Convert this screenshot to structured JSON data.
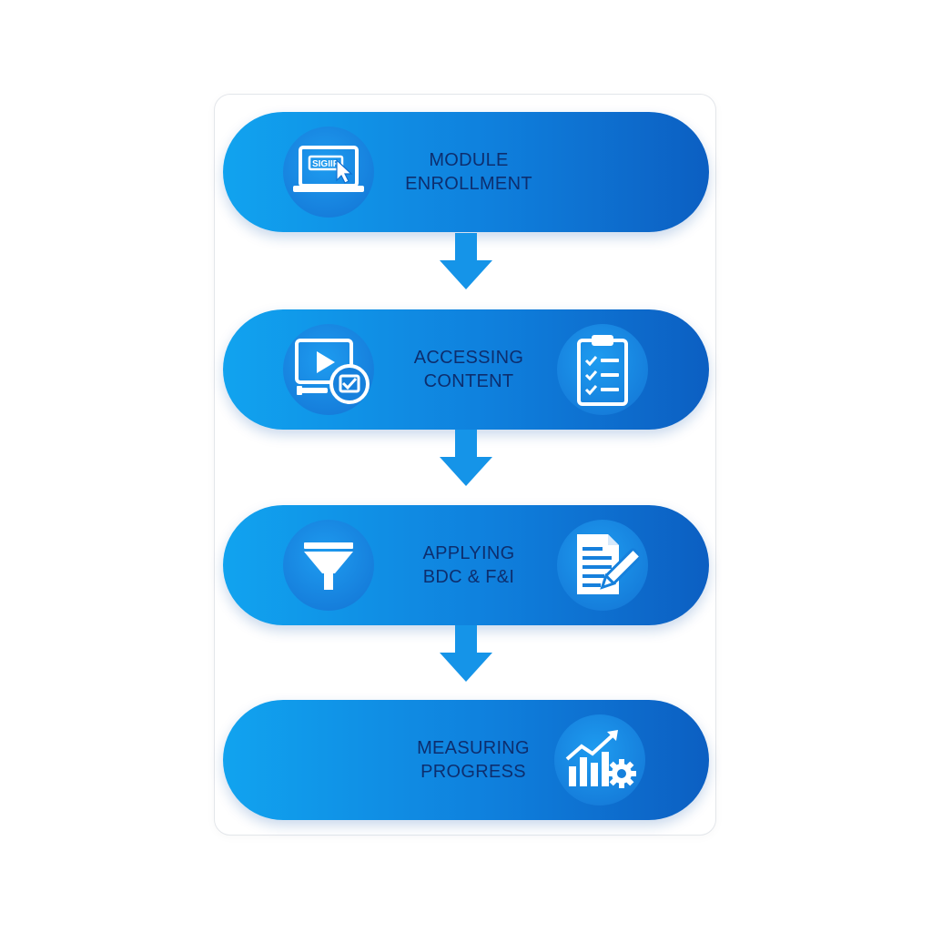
{
  "steps": [
    {
      "line1": "MODULE",
      "line2": "ENROLLMENT",
      "left_icon": "laptop-signup-icon",
      "screen_text": "SIGIIR"
    },
    {
      "line1": "ACCESSING",
      "line2": "CONTENT",
      "left_icon": "video-play-check-icon",
      "right_icon": "clipboard-checklist-icon"
    },
    {
      "line1": "APPLYING",
      "line2": "BDC & F&I",
      "left_icon": "funnel-icon",
      "right_icon": "document-pencil-icon"
    },
    {
      "line1": "MEASURING",
      "line2": "PROGRESS",
      "right_icon": "chart-gear-icon"
    }
  ],
  "colors": {
    "pill_start": "#11a3ef",
    "pill_end": "#0c5fc2",
    "label_text": "#0d2e6e",
    "arrow": "#1594e8"
  }
}
